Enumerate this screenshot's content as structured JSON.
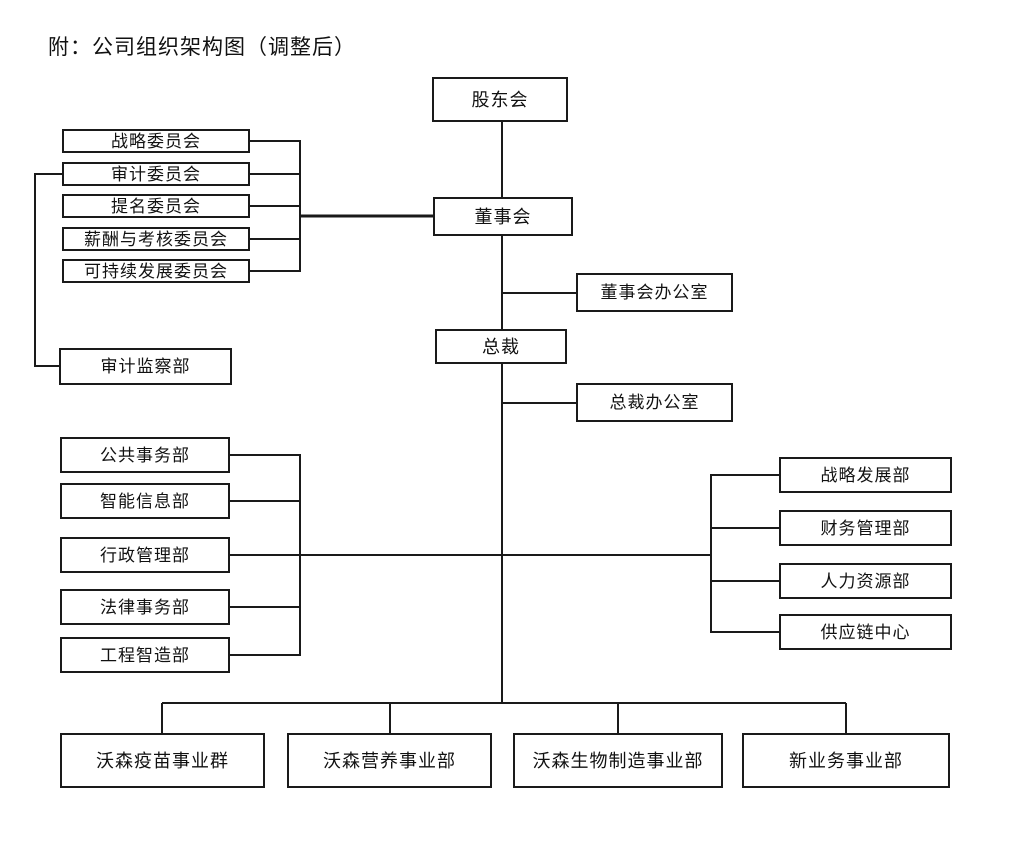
{
  "title": "附：公司组织架构图（调整后）",
  "org": {
    "shareholders": "股东会",
    "board": "董事会",
    "board_office": "董事会办公室",
    "president": "总裁",
    "president_office": "总裁办公室",
    "audit_supervision_dept": "审计监察部",
    "committees": [
      "战略委员会",
      "审计委员会",
      "提名委员会",
      "薪酬与考核委员会",
      "可持续发展委员会"
    ],
    "left_departments": [
      "公共事务部",
      "智能信息部",
      "行政管理部",
      "法律事务部",
      "工程智造部"
    ],
    "right_departments": [
      "战略发展部",
      "财务管理部",
      "人力资源部",
      "供应链中心"
    ],
    "business_units": [
      "沃森疫苗事业群",
      "沃森营养事业部",
      "沃森生物制造事业部",
      "新业务事业部"
    ]
  },
  "colors": {
    "background": "#ffffff",
    "line": "#1a1a1a",
    "box_border": "#1a1a1a",
    "text": "#111111"
  }
}
